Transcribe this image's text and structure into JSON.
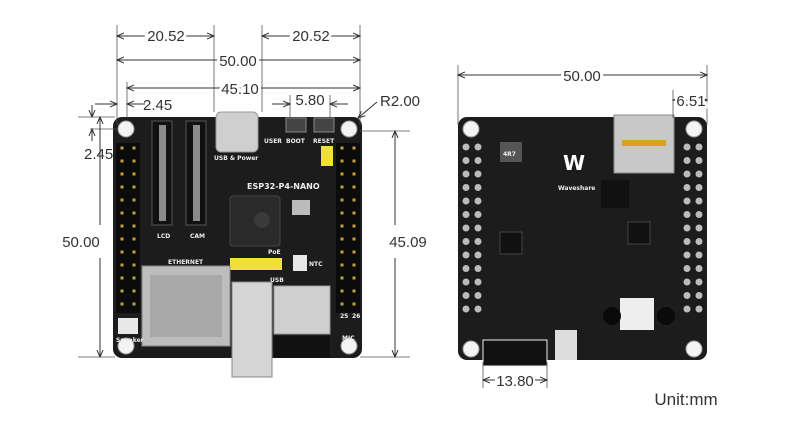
{
  "dimensions": {
    "front_left_offset": "20.52",
    "front_right_offset": "20.52",
    "front_width": "50.00",
    "front_hole_span": "45.10",
    "front_hole_inset_x": "2.45",
    "front_button_pitch": "5.80",
    "corner_radius": "R2.00",
    "front_hole_inset_y": "2.45",
    "front_height": "50.00",
    "front_hole_span_v": "45.09",
    "back_width": "50.00",
    "back_sd_offset": "6.51",
    "back_label_width": "13.80"
  },
  "unit": "Unit:mm",
  "front_board": {
    "name": "ESP32-P4-NANO",
    "labels": {
      "usb_power": "USB & Power",
      "user": "USER",
      "boot": "BOOT",
      "reset": "RESET",
      "lcd": "LCD",
      "cam": "CAM",
      "ethernet": "ETHERNET",
      "poe": "PoE",
      "ntc": "NTC",
      "usb": "USB",
      "speaker": "Speaker",
      "mic": "MIC",
      "pin25": "25",
      "pin26": "26"
    }
  },
  "back_board": {
    "brand": "Waveshare",
    "inductor": "4R7"
  },
  "colors": {
    "pcb": "#1c1c1c",
    "header": "#0d0d0d",
    "pin_gold": "#c9a13c",
    "yellow": "#f2e03a",
    "line": "#333333"
  }
}
